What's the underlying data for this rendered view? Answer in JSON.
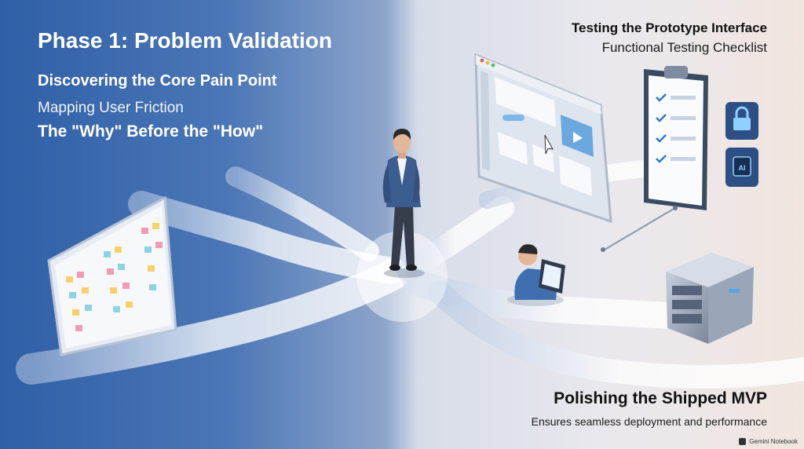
{
  "left_panel": {
    "title": "Phase 1: Problem Validation",
    "subtitle_1": "Discovering the Core Pain Point",
    "subtitle_2": "Mapping User Friction",
    "subtitle_3": "The \"Why\" Before the \"How\""
  },
  "right_top": {
    "title": "Testing the Prototype Interface",
    "subtitle": "Functional Testing Checklist"
  },
  "right_bottom": {
    "title": "Polishing the Shipped MVP",
    "subtitle": "Ensures seamless deployment and performance"
  },
  "chip_label": "AI",
  "watermark": "Gemini Notebook",
  "colors": {
    "left_background": "#2f5fa6",
    "right_background": "#f1e6df",
    "path": "#eef1f7",
    "accent": "#3b82c4"
  }
}
